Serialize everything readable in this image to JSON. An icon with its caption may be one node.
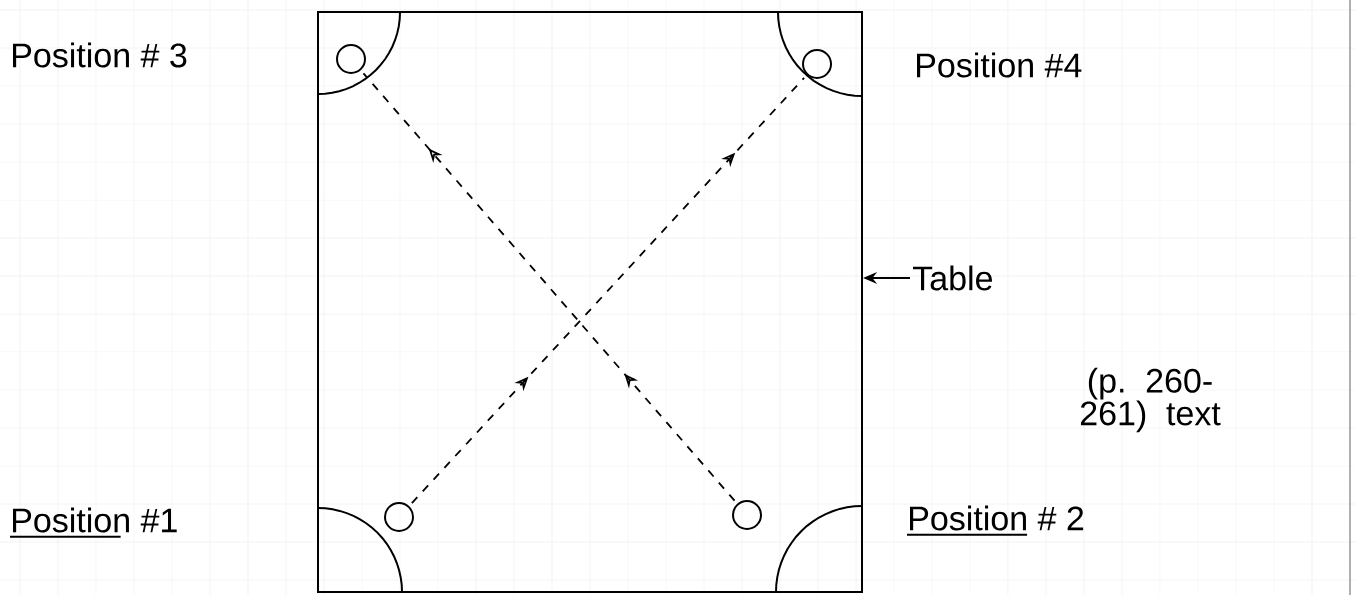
{
  "diagram": {
    "nodes": [
      {
        "text": [],
        "shape": "box"
      },
      {
        "text": [],
        "shape": "circle",
        "in": 0
      },
      {
        "text": [],
        "shape": "circle",
        "in": 0
      },
      {
        "text": [],
        "shape": "circle",
        "in": 0
      },
      {
        "text": [],
        "shape": "circle",
        "in": 0
      },
      {
        "text": [
          "Table"
        ]
      }
    ],
    "edges": [
      {
        "from": 3,
        "to": 2,
        "arrow": "to",
        "style": "dashed"
      },
      {
        "from": 4,
        "to": 1,
        "arrow": "to",
        "style": "dashed"
      },
      {
        "from": 5,
        "to": 0,
        "arrow": "to"
      }
    ],
    "labels": [
      "Position # 3",
      "Position #4",
      "Position #1",
      "Position # 2",
      "(p. 260-261) text"
    ]
  }
}
